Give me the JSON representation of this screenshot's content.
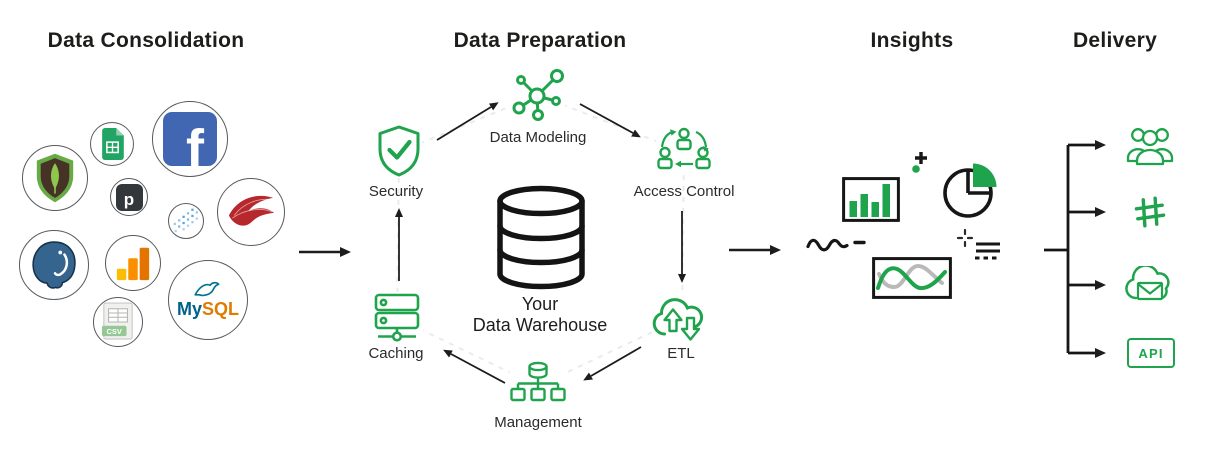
{
  "titles": {
    "consolidation": "Data Consolidation",
    "preparation": "Data Preparation",
    "insights": "Insights",
    "delivery": "Delivery"
  },
  "prep": {
    "security": "Security",
    "data_modeling": "Data Modeling",
    "access_control": "Access Control",
    "caching": "Caching",
    "etl": "ETL",
    "management": "Management",
    "warehouse_line1": "Your",
    "warehouse_line2": "Data Warehouse"
  },
  "sources": {
    "facebook_letter": "f",
    "pipedrive_letter": "p",
    "csv_label": "CSV",
    "mysql_my": "My",
    "mysql_sql": "SQL"
  },
  "delivery": {
    "api_label": "API"
  },
  "icons": {
    "source_logos": [
      "google-sheets",
      "facebook",
      "mongodb",
      "pipedrive",
      "blue-dots",
      "sql-server",
      "postgresql",
      "google-analytics",
      "csv-file",
      "mysql"
    ],
    "prep_icons": [
      "shield-check",
      "network-nodes",
      "users-cycle",
      "database-cylinder",
      "server-stack",
      "cloud-etl-arrows",
      "db-tree"
    ],
    "insight_icons": [
      "sparkline-squiggle",
      "bar-chart",
      "plus-dot",
      "pie-chart",
      "sparkle-plus",
      "list-lines",
      "line-chart"
    ],
    "delivery_icons": [
      "user-group",
      "hashtag",
      "mail-cloud",
      "api-badge"
    ]
  },
  "colors": {
    "green": "#1fa34c",
    "ink": "#1d1d1b",
    "circle_border": "#58595b",
    "facebook_blue": "#4267b2",
    "sheets_green": "#21a464",
    "mongodb_green": "#68aa46",
    "mongodb_brown": "#473325",
    "mongodb_leaf": "#8fc64d",
    "pipedrive_dark": "#32373c",
    "dots_blue": "#5ba7d9",
    "sqlserver_red": "#b7282d",
    "postgres_blue": "#35658f",
    "analytics_orange_light": "#fbbc04",
    "analytics_orange": "#fa8f00",
    "analytics_orange_dark": "#e37400",
    "csv_band_green": "#94c794",
    "mysql_blue": "#00618a",
    "mysql_teal": "#00758f",
    "mysql_orange": "#e07b00",
    "chart_gray": "#b9b9b9",
    "faint_hexagon": "#ebebeb"
  }
}
